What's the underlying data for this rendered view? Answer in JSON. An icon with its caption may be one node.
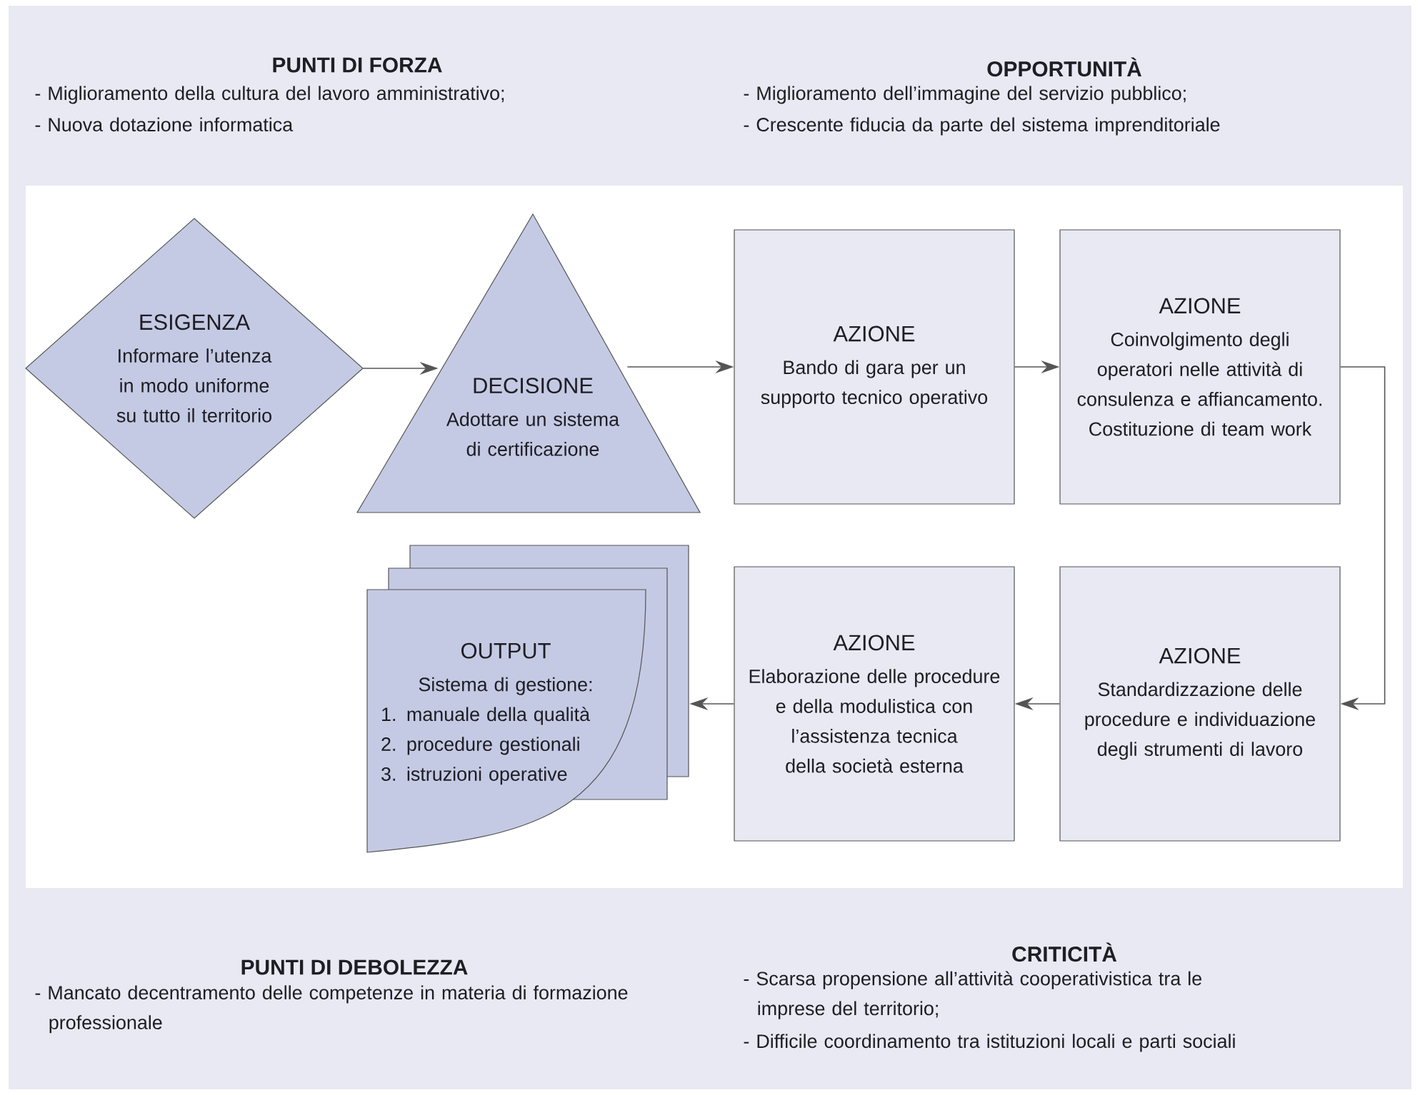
{
  "diagram": {
    "nodes": [
      {
        "text": [
          "ESIGENZA",
          "Informare l’utenza in modo uniforme su tutto il territorio"
        ]
      },
      {
        "text": [
          "DECISIONE",
          "Adottare un sistema di certificazione"
        ]
      },
      {
        "text": [
          "AZIONE",
          "Bando di gara per un supporto tecnico operativo"
        ]
      },
      {
        "text": [
          "AZIONE",
          "Coinvolgimento degli operatori nelle attività di consulenza e affiancamento. Costituzione di team work"
        ]
      },
      {
        "text": [
          "AZIONE",
          "Standardizzazione delle procedure e individuazione degli strumenti di lavoro"
        ]
      },
      {
        "text": [
          "AZIONE",
          "Elaborazione delle procedure e della modulistica con l’assistenza tecnica della società esterna"
        ]
      },
      {
        "text": [
          "OUTPUT",
          "Sistema di gestione:",
          "1. manuale della qualità",
          "2. procedure gestionali",
          "3. istruzioni operative"
        ]
      }
    ],
    "edges": [
      {
        "from": 0,
        "to": 1,
        "arrow": "to"
      },
      {
        "from": 1,
        "to": 2,
        "arrow": "to"
      },
      {
        "from": 2,
        "to": 3,
        "arrow": "to"
      },
      {
        "from": 3,
        "to": 4,
        "arrow": "to"
      },
      {
        "from": 4,
        "to": 5,
        "arrow": "to"
      },
      {
        "from": 5,
        "to": 6,
        "arrow": "to"
      }
    ],
    "labels": [
      "PUNTI DI FORZA",
      "- Miglioramento della cultura del lavoro amministrativo;",
      "- Nuova dotazione informatica",
      "OPPORTUNITÀ",
      "- Miglioramento dell’immagine del servizio pubblico;",
      "- Crescente fiducia da parte del sistema imprenditoriale",
      "PUNTI DI DEBOLEZZA",
      "- Mancato decentramento delle competenze in materia di formazione professionale",
      "CRITICITÀ",
      "- Scarsa propensione all’attività cooperativistica tra le imprese del territorio;",
      "- Difficile coordinamento tra istituzioni locali e parti sociali"
    ]
  }
}
